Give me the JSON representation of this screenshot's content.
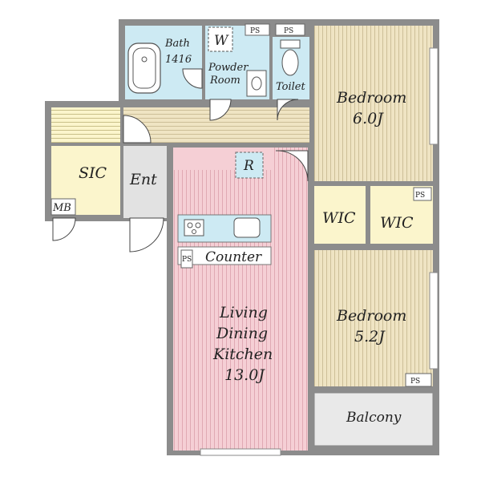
{
  "colors": {
    "wall": "#8c8c8c",
    "wet_area": "#cdeaf3",
    "bedroom_floor": "#efe4c3",
    "ldk_floor": "#f5cfd5",
    "storage": "#fbf5cc",
    "entrance": "#e2e2e2",
    "balcony": "#e9e9e9"
  },
  "rooms": {
    "bath": {
      "name": "Bath",
      "size": "1416"
    },
    "washer": "W",
    "ps_top_1": "PS",
    "ps_top_2": "PS",
    "powder": {
      "line1": "Powder",
      "line2": "Room"
    },
    "toilet": "Toilet",
    "bedroom1": {
      "name": "Bedroom",
      "size": "6.0J"
    },
    "sic": "SIC",
    "ent": "Ent",
    "refrigerator": "R",
    "mb": "MB",
    "wic1": "WIC",
    "wic2": "WIC",
    "ps_wic": "PS",
    "counter": "Counter",
    "ps_kitchen": "PS",
    "ldk": {
      "line1": "Living",
      "line2": "Dining",
      "line3": "Kitchen",
      "size": "13.0J"
    },
    "bedroom2": {
      "name": "Bedroom",
      "size": "5.2J"
    },
    "ps_bed2": "PS",
    "balcony": "Balcony"
  }
}
